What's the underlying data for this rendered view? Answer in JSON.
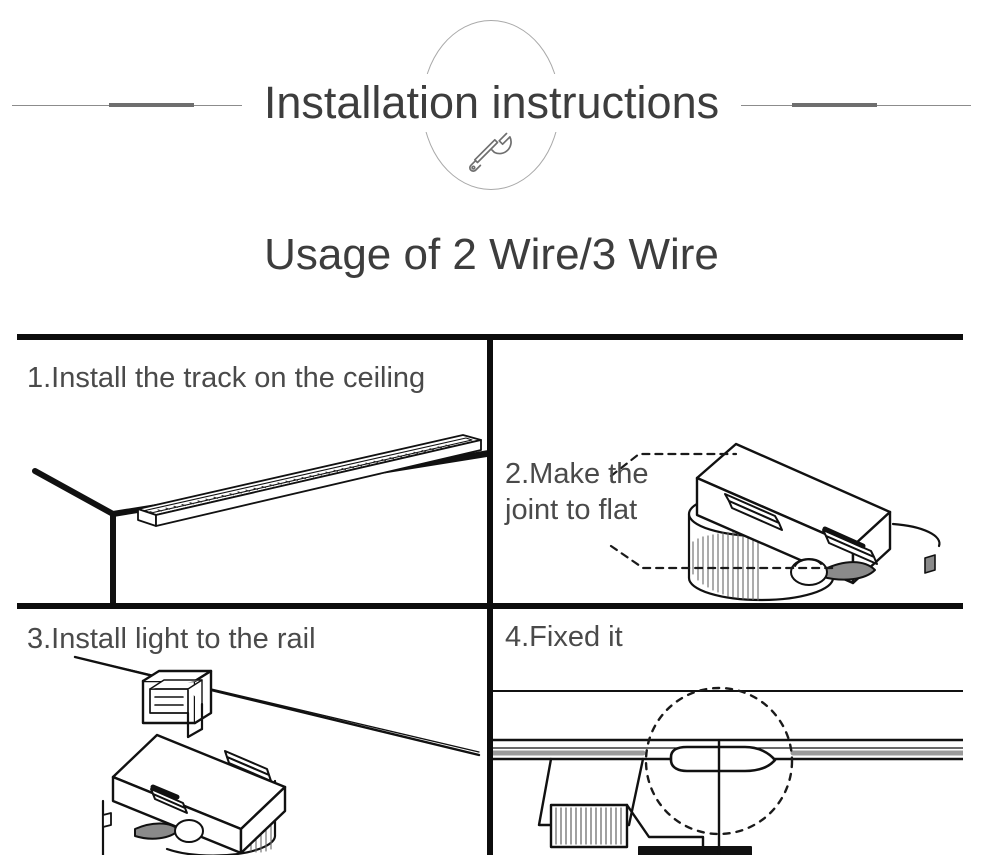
{
  "header": {
    "title": "Installation instructions",
    "subtitle": "Usage of 2 Wire/3 Wire",
    "icon": "wrench-icon",
    "decoration_color": "#8c8c8c",
    "text_color": "#3d3d3d"
  },
  "panels": [
    {
      "number": "1",
      "caption": "1.Install the track on the ceiling",
      "illustration": "ceiling-corner-with-track-rail"
    },
    {
      "number": "2",
      "caption": "2.Make the joint to flat",
      "caption_line_1": "2.Make the",
      "caption_line_2": "joint to flat",
      "illustration": "track-adapter-joint-closeup"
    },
    {
      "number": "3",
      "caption": "3.Install light to the rail",
      "illustration": "light-adapter-into-rail"
    },
    {
      "number": "4",
      "caption": "4.Fixed it",
      "illustration": "side-view-locking-lever-highlighted"
    }
  ],
  "colors": {
    "border": "#0d0d0d",
    "line_art": "#111111",
    "shade_gray": "#8a8a8a",
    "background": "#ffffff"
  }
}
